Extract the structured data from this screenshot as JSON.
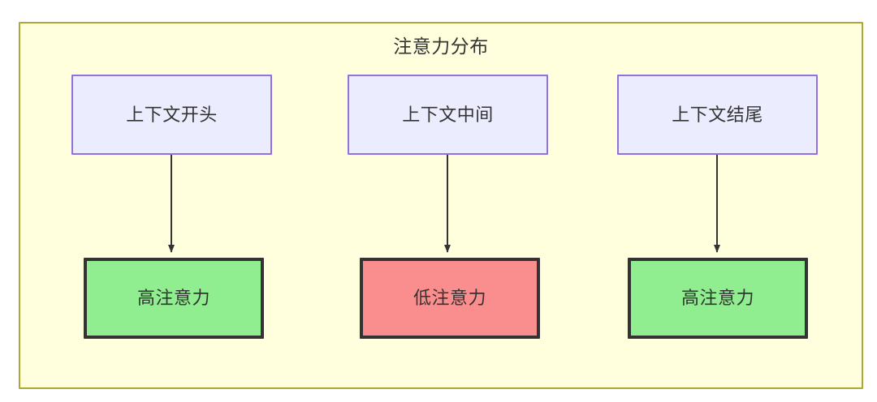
{
  "diagram": {
    "title": "注意力分布",
    "container": {
      "fill": "#ffffde",
      "stroke": "#aaaa33"
    },
    "nodes": {
      "context_start": {
        "label": "上下文开头",
        "fill": "#ececff",
        "stroke": "#9370db"
      },
      "context_middle": {
        "label": "上下文中间",
        "fill": "#ececff",
        "stroke": "#9370db"
      },
      "context_end": {
        "label": "上下文结尾",
        "fill": "#ececff",
        "stroke": "#9370db"
      },
      "attention_start": {
        "label": "高注意力",
        "fill": "#90ee90",
        "stroke": "#333333"
      },
      "attention_middle": {
        "label": "低注意力",
        "fill": "#fa8e8e",
        "stroke": "#333333"
      },
      "attention_end": {
        "label": "高注意力",
        "fill": "#90ee90",
        "stroke": "#333333"
      }
    },
    "edges": [
      {
        "from": "context_start",
        "to": "attention_start",
        "label": ""
      },
      {
        "from": "context_middle",
        "to": "attention_middle",
        "label": ""
      },
      {
        "from": "context_end",
        "to": "attention_end",
        "label": ""
      }
    ],
    "edge_color": "#333333"
  }
}
